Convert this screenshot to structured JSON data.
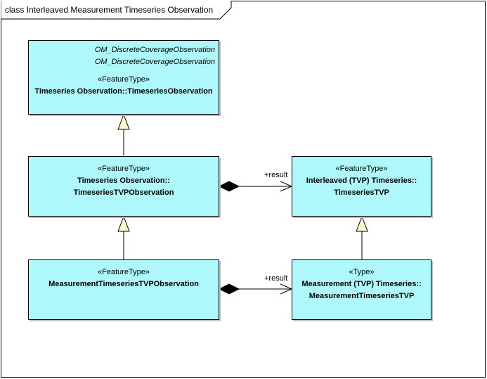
{
  "diagram": {
    "title": "class Interleaved Measurement Timeseries Observation",
    "classes": {
      "timeseries_observation": {
        "tagged_1": "OM_DiscreteCoverageObservation",
        "tagged_2": "OM_DiscreteCoverageObservation",
        "stereotype": "«FeatureType»",
        "name": "Timeseries Observation::TimeseriesObservation"
      },
      "timeseries_tvp_observation": {
        "stereotype": "«FeatureType»",
        "name_line1": "Timeseries Observation::",
        "name_line2": "TimeseriesTVPObservation"
      },
      "measurement_timeseries_tvp_observation": {
        "stereotype": "«FeatureType»",
        "name": "MeasurementTimeseriesTVPObservation"
      },
      "interleaved_timeseries_tvp": {
        "stereotype": "«FeatureType»",
        "name_line1": "Interleaved (TVP) Timeseries::",
        "name_line2": "TimeseriesTVP"
      },
      "measurement_timeseries_tvp": {
        "stereotype": "«Type»",
        "name_line1": "Measurement (TVP) Timeseries::",
        "name_line2": "MeasurementTimeseriesTVP"
      }
    },
    "associations": [
      {
        "role": "+result"
      },
      {
        "role": "+result"
      }
    ]
  }
}
